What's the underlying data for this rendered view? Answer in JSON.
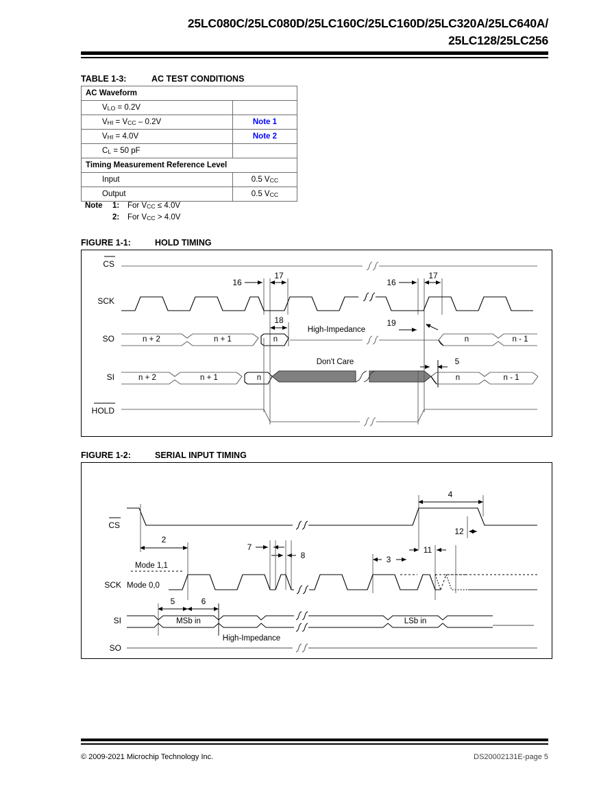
{
  "header": {
    "line1": "25LC080C/25LC080D/25LC160C/25LC160D/25LC320A/25LC640A/",
    "line2": "25LC128/25LC256"
  },
  "table": {
    "caption_tag": "TABLE 1-3:",
    "caption_title": "AC TEST CONDITIONS",
    "section1_header": "AC Waveform",
    "section2_header": "Timing Measurement Reference Level",
    "rows": [
      {
        "label_pre": "V",
        "label_sub": "LO",
        "label_post": " = 0.2V",
        "value": ""
      },
      {
        "label_pre": "V",
        "label_sub": "HI",
        "label_post": " = V",
        "label_sub2": "CC",
        "label_post2": " – 0.2V",
        "value": "Note 1"
      },
      {
        "label_pre": "V",
        "label_sub": "HI",
        "label_post": " = 4.0V",
        "value": "Note 2"
      },
      {
        "label_pre": "C",
        "label_sub": "L",
        "label_post": " = 50 pF",
        "value": ""
      }
    ],
    "ref_rows": [
      {
        "label": "Input",
        "value_num": "0.5 V",
        "value_sub": "CC"
      },
      {
        "label": "Output",
        "value_num": "0.5 V",
        "value_sub": "CC"
      }
    ],
    "note_label": "Note",
    "note1_num": "1:",
    "note1_text_pre": "For V",
    "note1_text_sub": "CC",
    "note1_text_post": " ≤ 4.0V",
    "note2_num": "2:",
    "note2_text_pre": "For V",
    "note2_text_sub": "CC",
    "note2_text_post": " > 4.0V"
  },
  "figure1": {
    "caption_tag": "FIGURE 1-1:",
    "caption_title": "HOLD TIMING",
    "signals": {
      "cs": "CS",
      "sck": "SCK",
      "so": "SO",
      "si": "SI",
      "hold": "HOLD"
    },
    "markers": {
      "m16a": "16",
      "m17a": "17",
      "m16b": "16",
      "m17b": "17",
      "m18": "18",
      "m19": "19",
      "m5": "5"
    },
    "labels": {
      "hiz": "High-Impedance",
      "dontcare": "Don't Care"
    },
    "so_cells": [
      "n + 2",
      "n + 1",
      "n",
      "n",
      "n - 1"
    ],
    "si_cells": [
      "n + 2",
      "n + 1",
      "n",
      "n",
      "n - 1"
    ]
  },
  "figure2": {
    "caption_tag": "FIGURE 1-2:",
    "caption_title": "SERIAL INPUT TIMING",
    "signals": {
      "cs": "CS",
      "sck": "SCK",
      "si": "SI",
      "so": "SO"
    },
    "mode_high": "Mode 1,1",
    "mode_low": "Mode 0,0",
    "markers": {
      "m2": "2",
      "m3": "3",
      "m4": "4",
      "m5": "5",
      "m6": "6",
      "m7": "7",
      "m8": "8",
      "m11": "11",
      "m12": "12"
    },
    "labels": {
      "msb": "MSb in",
      "lsb": "LSb in",
      "hiz": "High-Impedance"
    }
  },
  "footer": {
    "copyright": "© 2009-2021 Microchip Technology Inc.",
    "docid": "DS20002131E-page 5"
  },
  "colors": {
    "note_blue": "#0000ff",
    "dontcare_gray": "#808080",
    "signal_gray": "#6d6d6d",
    "border": "#000000"
  }
}
